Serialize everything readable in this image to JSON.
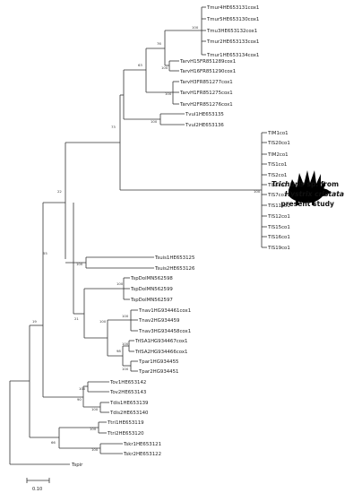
{
  "tree": {
    "leaves": {
      "tmur4": "Tmur4HE653131cox1",
      "tmur5": "Tmur5HE653130cox1",
      "tmu3": "Tmu3HE653132cox1",
      "tmur2": "Tmur2HE653133cox1",
      "tmur1": "Tmur1HE653134cox1",
      "tarvh15": "TarvH15FR851289cox1",
      "tarvh16": "TarvH16FR851290cox1",
      "tarvh3": "TarvH3FR851277cox1",
      "tarvh1": "TarvH1FR851275cox1",
      "tarvh2": "TarvH2FR851276cox1",
      "tvul1": "Tvul1HE653135",
      "tvul2": "Tvul2HE653136",
      "tlm1": "TlM1co1",
      "tls20": "TlS20co1",
      "tlm2": "TlM2co1",
      "tls1": "TlS1co1",
      "tls2": "TlS2co1",
      "tls5": "TlS5co1",
      "tls7": "TlS7co1",
      "tls11": "TlS11co1",
      "tls12": "TlS12co1",
      "tls15": "TlS15co1",
      "tls16": "TlS16co1",
      "tls19": "TlS19co1",
      "tsuis1": "Tsuis1HE653125",
      "tsuis2": "Tsuis2HE653126",
      "tspdol98": "TspDolMN562598",
      "tspdol99": "TspDolMN562599",
      "tspdol97": "TspDolMN562597",
      "tnav1": "Tnav1HG934461cox1",
      "tnav2": "Tnav2HG934459",
      "tnav3": "Tnav3HG934458cox1",
      "trisa1": "TrISA1HG934467cox1",
      "trisa2": "TrISA2HG934466cox1",
      "tpar1": "Tpar1HG934455",
      "tpar2": "Tpar2HG934451",
      "tov1": "Tov1HE653142",
      "tov2": "Tov2HE653143",
      "tdis1": "Tdis1HE653139",
      "tdis2": "Tdis2HE653140",
      "ttri1": "Ttri1HE653119",
      "ttri2": "Ttri2HE653120",
      "tskr1": "Tskr1HE653121",
      "tskr2": "Tskr2HE653122",
      "tspir": "Tspir"
    },
    "bootstrap": {
      "tmur_clade": "100",
      "tmur_tarv": "76",
      "tarv15_16": "100",
      "tarv_murine": "63",
      "tarv_h123": "100",
      "tvul": "100",
      "upper_clade": "73",
      "tls_clade": "100",
      "tsuis": "100",
      "root_upper": "22",
      "mid_clade": "55",
      "tspdol": "100",
      "tnav": "100",
      "trisa": "100",
      "tpar": "100",
      "trisa_tpar": "98",
      "tnav_trisa": "100",
      "tspdol_group": "21",
      "tov": "100",
      "tdis": "100",
      "tov_tdis": "90",
      "ingroup": "19",
      "ttri": "100",
      "tskr": "100",
      "ttri_tskr": "66"
    },
    "annotation": {
      "line1_italic": "Trichuris",
      "line1_rest": " sp. from",
      "line2": "Hystrix cristata",
      "line3": "present study"
    },
    "scale_label": "0.10"
  }
}
